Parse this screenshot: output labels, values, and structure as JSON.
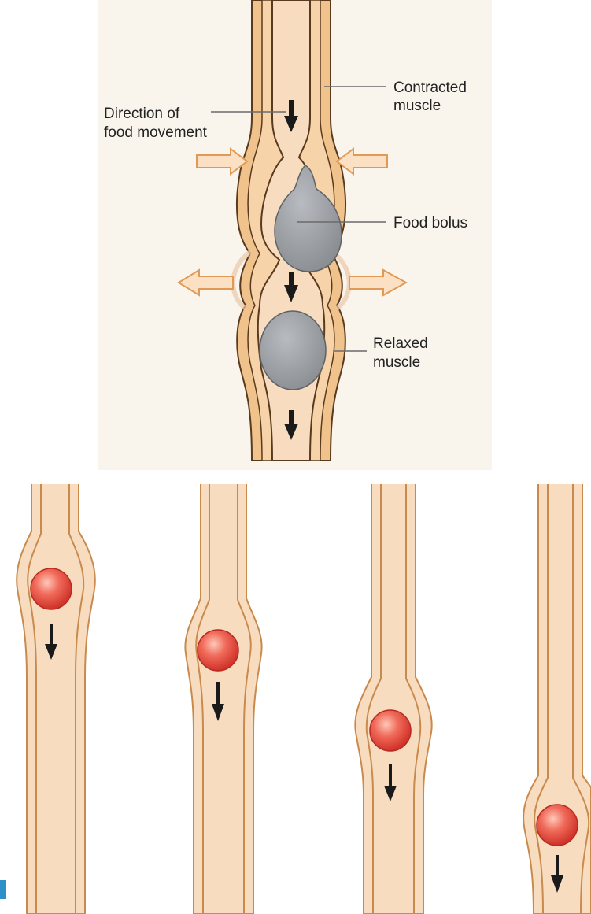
{
  "labels": {
    "contracted_line1": "Contracted",
    "contracted_line2": "muscle",
    "direction_line1": "Direction of",
    "direction_line2": "food movement",
    "food_bolus": "Food bolus",
    "relaxed_line1": "Relaxed",
    "relaxed_line2": "muscle"
  },
  "colors": {
    "panel_bg": "#faf5ec",
    "tube_fill": "#f8dcc0",
    "wall_fill": "#f0c28c",
    "outline": "#5a3a1e",
    "bolus_gray": "#9a9ea2",
    "ball_red": "#e8483a",
    "arrow_fill": "#fbe0c4",
    "arrow_stroke": "#e19a55",
    "corner_tab": "#2e8fc9"
  }
}
